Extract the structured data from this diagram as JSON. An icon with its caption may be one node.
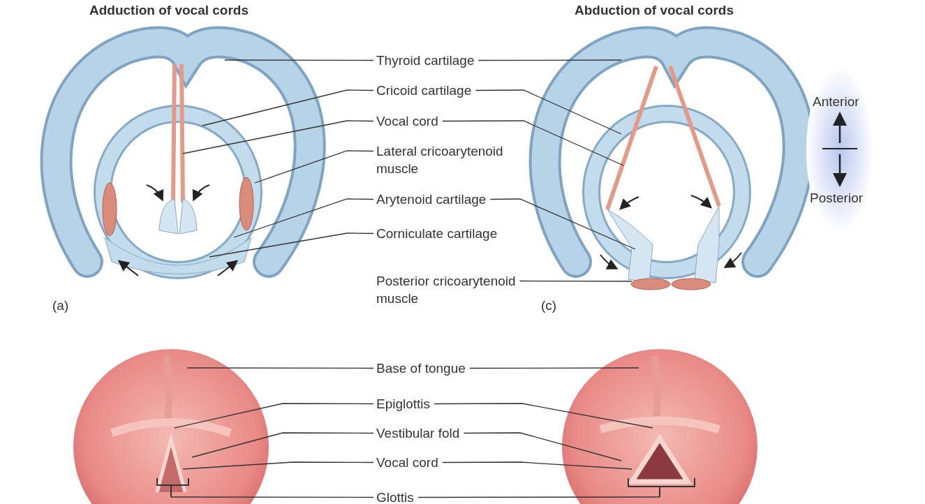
{
  "diagram": {
    "nodes": [
      {
        "text": [
          "Thyroid cartilage"
        ]
      },
      {
        "text": [
          "Cricoid cartilage"
        ]
      },
      {
        "text": [
          "Vocal cord"
        ]
      },
      {
        "text": [
          "Lateral cricoarytenoid muscle"
        ]
      },
      {
        "text": [
          "Arytenoid cartilage"
        ]
      },
      {
        "text": [
          "Corniculate cartilage"
        ]
      },
      {
        "text": [
          "Posterior cricoarytenoid muscle"
        ]
      },
      {
        "text": [
          "Base of tongue"
        ]
      },
      {
        "text": [
          "Epiglottis"
        ]
      },
      {
        "text": [
          "Vestibular fold"
        ]
      },
      {
        "text": [
          "Vocal cord"
        ]
      },
      {
        "text": [
          "Glottis"
        ]
      }
    ],
    "edges": [
      {
        "from": 0,
        "to": null,
        "arrow": "none"
      },
      {
        "from": 0,
        "to": null,
        "arrow": "none"
      },
      {
        "from": 1,
        "to": null,
        "arrow": "none"
      },
      {
        "from": 1,
        "to": null,
        "arrow": "none"
      },
      {
        "from": 2,
        "to": null,
        "arrow": "none"
      },
      {
        "from": 2,
        "to": null,
        "arrow": "none"
      },
      {
        "from": 3,
        "to": null,
        "arrow": "none"
      },
      {
        "from": 4,
        "to": null,
        "arrow": "none"
      },
      {
        "from": 4,
        "to": null,
        "arrow": "none"
      },
      {
        "from": 5,
        "to": null,
        "arrow": "none"
      },
      {
        "from": 6,
        "to": null,
        "arrow": "none"
      },
      {
        "from": 7,
        "to": null,
        "arrow": "none"
      },
      {
        "from": 7,
        "to": null,
        "arrow": "none"
      },
      {
        "from": 8,
        "to": null,
        "arrow": "none"
      },
      {
        "from": 8,
        "to": null,
        "arrow": "none"
      },
      {
        "from": 9,
        "to": null,
        "arrow": "none"
      },
      {
        "from": 9,
        "to": null,
        "arrow": "none"
      },
      {
        "from": 10,
        "to": null,
        "arrow": "none"
      },
      {
        "from": 10,
        "to": null,
        "arrow": "none"
      },
      {
        "from": 11,
        "to": null,
        "arrow": "none"
      },
      {
        "from": 11,
        "to": null,
        "arrow": "none"
      }
    ],
    "labels": [
      "Adduction of vocal cords",
      "Abduction of vocal cords",
      "(a)",
      "(c)",
      "Anterior",
      "Posterior"
    ]
  }
}
